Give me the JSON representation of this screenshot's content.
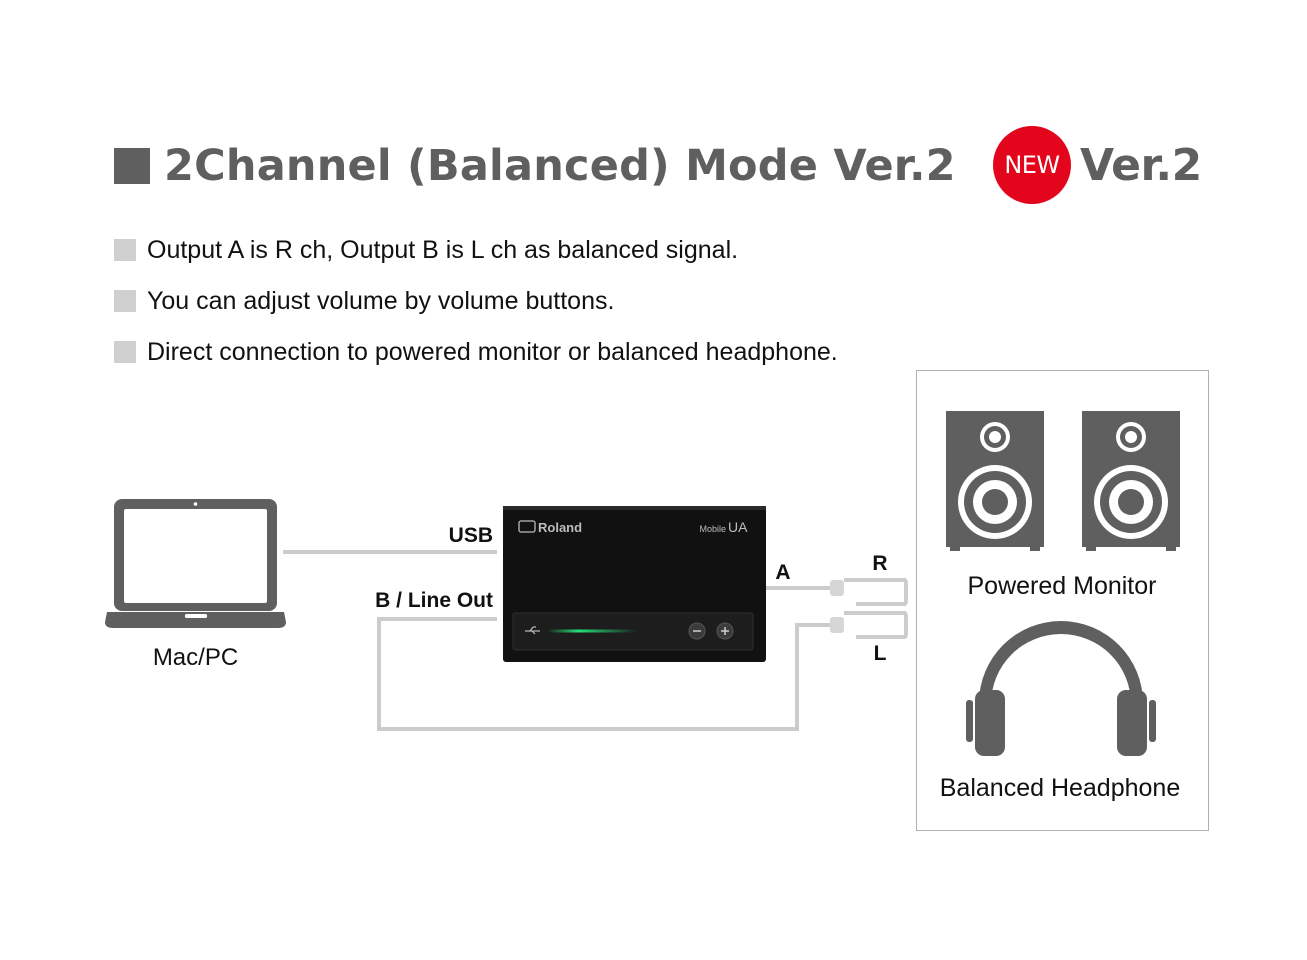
{
  "title": "2Channel (Balanced) Mode Ver.2",
  "badge": {
    "new_label": "NEW",
    "version_label": "Ver.2",
    "color": "#e3051b"
  },
  "bullets": [
    "Output A is R ch, Output B is L ch as balanced signal.",
    "You can adjust volume by volume buttons.",
    "Direct connection to powered monitor or balanced headphone."
  ],
  "diagram": {
    "computer_label": "Mac/PC",
    "usb_label": "USB",
    "line_out_label": "B / Line Out",
    "output_a_label": "A",
    "channel_r_label": "R",
    "channel_l_label": "L",
    "device_brand": "Roland",
    "device_model_prefix": "Mobile",
    "device_model": "UA",
    "monitor_label": "Powered Monitor",
    "headphone_label": "Balanced Headphone"
  },
  "colors": {
    "cable": "#cccccc",
    "icon_gray": "#5f5f5f",
    "device_led": "#22e07a"
  }
}
